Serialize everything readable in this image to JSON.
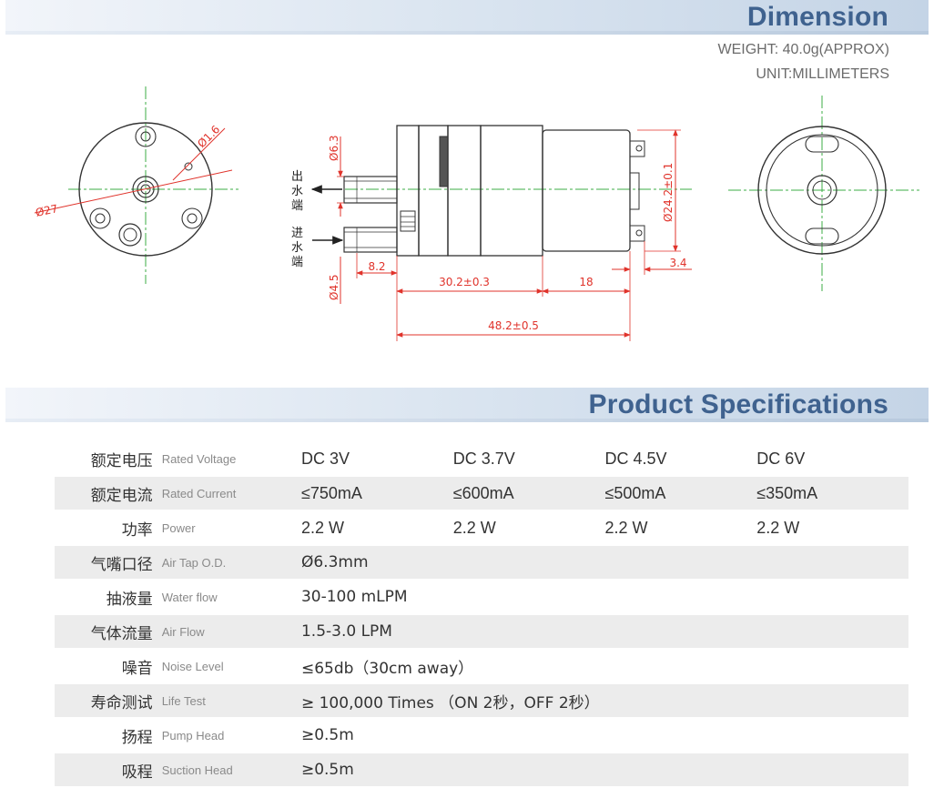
{
  "dimension": {
    "title": "Dimension",
    "weight": "WEIGHT: 40.0g(APPROX)",
    "unit": "UNIT:MILLIMETERS",
    "labels": {
      "dia_27": "Ø27",
      "dia_16": "Ø1.6",
      "dia_63": "Ø6.3",
      "dia_45": "Ø4.5",
      "dia_242": "Ø24.2±0.1",
      "len_82": "8.2",
      "len_302": "30.2±0.3",
      "len_18": "18",
      "len_34": "3.4",
      "len_482": "48.2±0.5",
      "outlet": [
        "出",
        "水",
        "端"
      ],
      "inlet": [
        "进",
        "水",
        "端"
      ]
    }
  },
  "specs": {
    "title": "Product Specifications",
    "rows": [
      {
        "cn": "额定电压",
        "en": "Rated Voltage",
        "values": [
          "DC 3V",
          "DC 3.7V",
          "DC 4.5V",
          "DC 6V"
        ]
      },
      {
        "cn": "额定电流",
        "en": "Rated Current",
        "values": [
          "≤750mA",
          "≤600mA",
          "≤500mA",
          "≤350mA"
        ]
      },
      {
        "cn": "功率",
        "en": "Power",
        "values": [
          "2.2 W",
          "2.2 W",
          "2.2 W",
          "2.2 W"
        ]
      },
      {
        "cn": "气嘴口径",
        "en": "Air Tap O.D.",
        "values": [
          "Ø6.3mm"
        ]
      },
      {
        "cn": "抽液量",
        "en": "Water flow",
        "values": [
          "30-100 mLPM"
        ]
      },
      {
        "cn": "气体流量",
        "en": "Air Flow",
        "values": [
          "1.5-3.0 LPM"
        ]
      },
      {
        "cn": "噪音",
        "en": "Noise Level",
        "values": [
          "≤65db（30cm away）"
        ]
      },
      {
        "cn": "寿命测试",
        "en": "Life Test",
        "values": [
          "≥ 100,000 Times （ON 2秒，OFF 2秒）"
        ]
      },
      {
        "cn": "扬程",
        "en": "Pump Head",
        "values": [
          "≥0.5m"
        ]
      },
      {
        "cn": "吸程",
        "en": "Suction Head",
        "values": [
          "≥0.5m"
        ]
      }
    ]
  },
  "colors": {
    "title_blue": "#3f628f",
    "dimension_red": "#e0332b",
    "centerline_green": "#3cae46",
    "row_gray": "#ececec"
  }
}
